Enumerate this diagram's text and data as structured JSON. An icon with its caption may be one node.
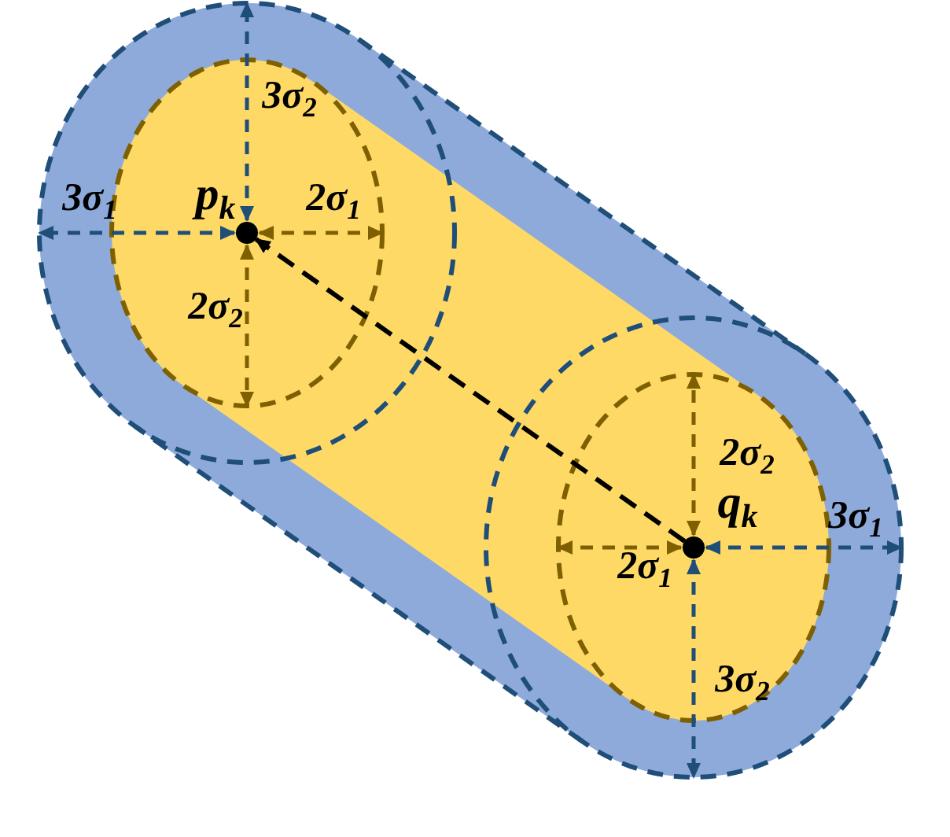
{
  "diagram": {
    "nodes": [
      {
        "text": [],
        "shape": "circle",
        "beside": [
          "p$_{k}$"
        ]
      },
      {
        "text": [],
        "shape": "circle",
        "beside": [
          "q$_{k}$"
        ]
      }
    ],
    "edges": [
      {
        "from": 1,
        "to": 0,
        "arrow": "to",
        "style": "dashed"
      }
    ],
    "labels": [
      "3σ$_{2}$",
      "3σ$_{1}$",
      "2σ$_{1}$",
      "2σ$_{2}$",
      "2σ$_{2}$",
      "3σ$_{1}$",
      "2σ$_{1}$",
      "3σ$_{2}$"
    ]
  }
}
